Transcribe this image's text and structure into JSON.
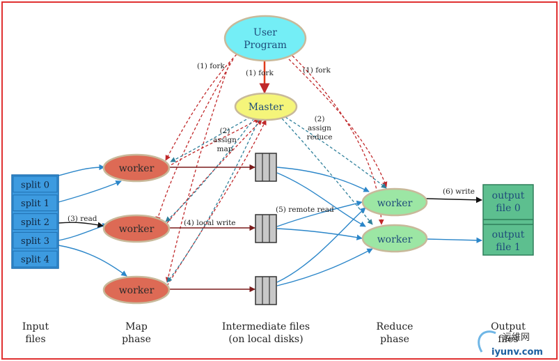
{
  "nodes": {
    "user_program": [
      "User",
      "Program"
    ],
    "master": "Master",
    "map_workers": [
      "worker",
      "worker",
      "worker"
    ],
    "reduce_workers": [
      "worker",
      "worker"
    ]
  },
  "input_splits": [
    "split 0",
    "split 1",
    "split 2",
    "split 3",
    "split 4"
  ],
  "output_files": [
    [
      "output",
      "file 0"
    ],
    [
      "output",
      "file 1"
    ]
  ],
  "edge_labels": {
    "fork_left": "(1) fork",
    "fork_center": "(1) fork",
    "fork_right": "(1) fork",
    "assign_map": [
      "(2)",
      "assign",
      "map"
    ],
    "assign_reduce": [
      "(2)",
      "assign",
      "reduce"
    ],
    "read": "(3) read",
    "local_write": "(4) local write",
    "remote_read": "(5) remote read",
    "write": "(6) write"
  },
  "phase_labels": {
    "input": [
      "Input",
      "files"
    ],
    "map": [
      "Map",
      "phase"
    ],
    "intermediate": [
      "Intermediate files",
      "(on local disks)"
    ],
    "reduce": [
      "Reduce",
      "phase"
    ],
    "output": [
      "Output",
      "files"
    ]
  },
  "watermark": {
    "site_cn": "运维网",
    "domain": "iyunv.com"
  },
  "colors": {
    "frame": "#e03030",
    "user_program": "#74eef6",
    "master": "#f5f57a",
    "map_worker": "#dd6a55",
    "reduce_worker": "#9ce6a4",
    "split": "#3d9be0",
    "output": "#5dbf8f",
    "disk": "#c8c8c8",
    "control_arrow": "#c0282a",
    "assign_arrow": "#2e7f9a",
    "data_arrow": "#2b86c9",
    "write_arrow": "#7a1a1a"
  }
}
